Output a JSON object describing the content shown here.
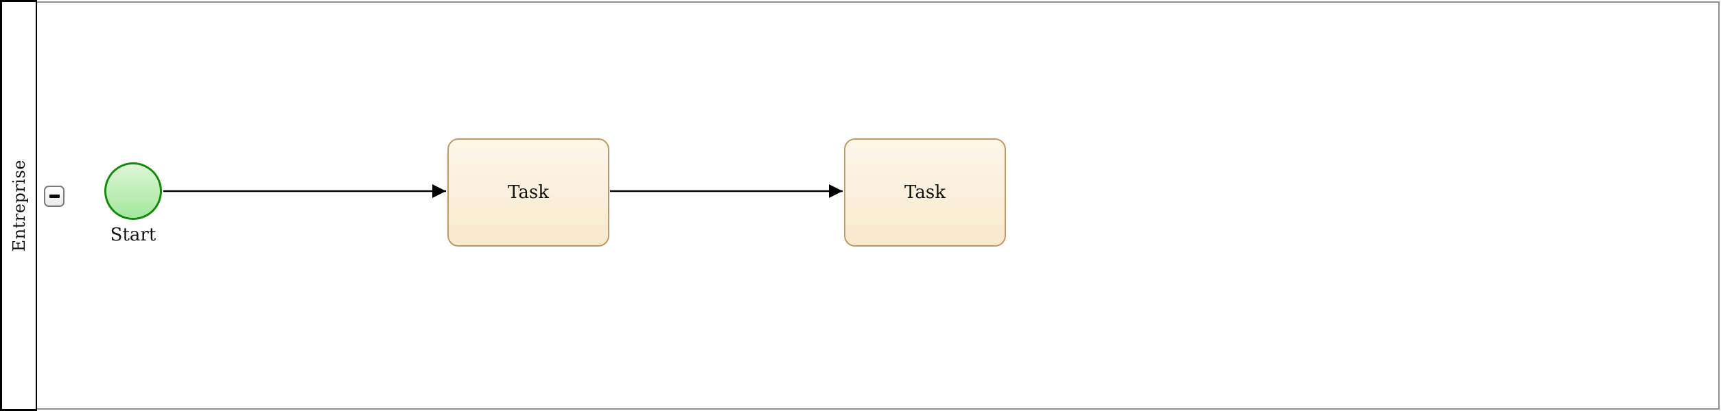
{
  "pool": {
    "label": "Entreprise",
    "collapse_button": {
      "symbol": "−",
      "state": "expanded"
    }
  },
  "nodes": {
    "start": {
      "type": "start-event",
      "label": "Start"
    },
    "task1": {
      "type": "task",
      "label": "Task"
    },
    "task2": {
      "type": "task",
      "label": "Task"
    }
  },
  "flows": [
    {
      "from": "start",
      "to": "task1"
    },
    {
      "from": "task1",
      "to": "task2"
    }
  ],
  "theme": {
    "text_color": "#111111",
    "pool_border": "#000000",
    "lane_border": "#8f8f8f",
    "button_border": "#7a7a7a",
    "event_fill_top": "#def5d7",
    "event_fill_bottom": "#a3e79d",
    "event_border": "#148a0d",
    "task_fill_top": "#fdf6ea",
    "task_fill_bottom": "#f8e9cd",
    "task_border": "#c09a62",
    "flow_color": "#000000"
  }
}
